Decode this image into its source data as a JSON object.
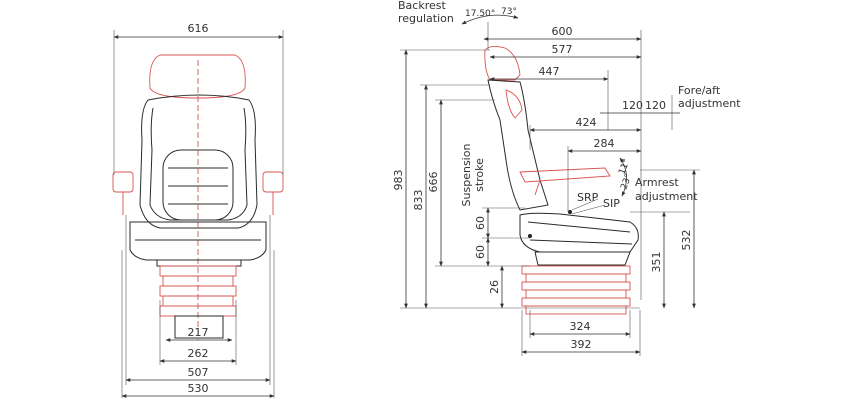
{
  "front_view": {
    "dim_616": "616",
    "dim_217": "217",
    "dim_262": "262",
    "dim_507": "507",
    "dim_530": "530"
  },
  "side_view": {
    "backrest_line1": "Backrest",
    "backrest_line2": "regulation",
    "angle_1": "17.50°",
    "angle_2": "73°",
    "dim_600": "600",
    "dim_577": "577",
    "dim_447": "447",
    "dim_120a": "120",
    "dim_120b": "120",
    "foreaft_line1": "Fore/aft",
    "foreaft_line2": "adjustment",
    "dim_424": "424",
    "dim_284": "284",
    "angle_11": "11°",
    "angle_23": "23°",
    "armrest_line1": "Armrest",
    "armrest_line2": "adjustment",
    "srp": "SRP",
    "sip": "SIP",
    "dim_983": "983",
    "dim_833": "833",
    "dim_666": "666",
    "susp_line1": "Suspension",
    "susp_line2": "stroke",
    "dim_60a": "60",
    "dim_60b": "60",
    "dim_26": "26",
    "dim_351": "351",
    "dim_532": "532",
    "dim_324": "324",
    "dim_392": "392"
  }
}
